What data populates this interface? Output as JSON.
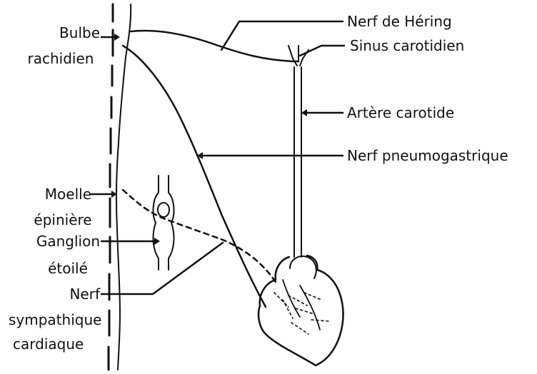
{
  "labels": {
    "bulbe_line1": "Bulbe",
    "bulbe_line2": "rachidien",
    "moelle_line1": "Moelle",
    "moelle_line2": "épinière",
    "ganglion_line1": "Ganglion",
    "ganglion_line2": "étoilé",
    "nerf_sympa_line1": "Nerf",
    "nerf_sympa_line2": "sympathique",
    "nerf_sympa_line3": "cardiaque",
    "nerf_hering": "Nerf de Héring",
    "sinus_carotidien": "Sinus carotidien",
    "artere_carotide": "Artère carotide",
    "nerf_pneumogastrique": "Nerf pneumogastrique"
  },
  "colors": {
    "ink": "#111111",
    "background": "#ffffff"
  }
}
